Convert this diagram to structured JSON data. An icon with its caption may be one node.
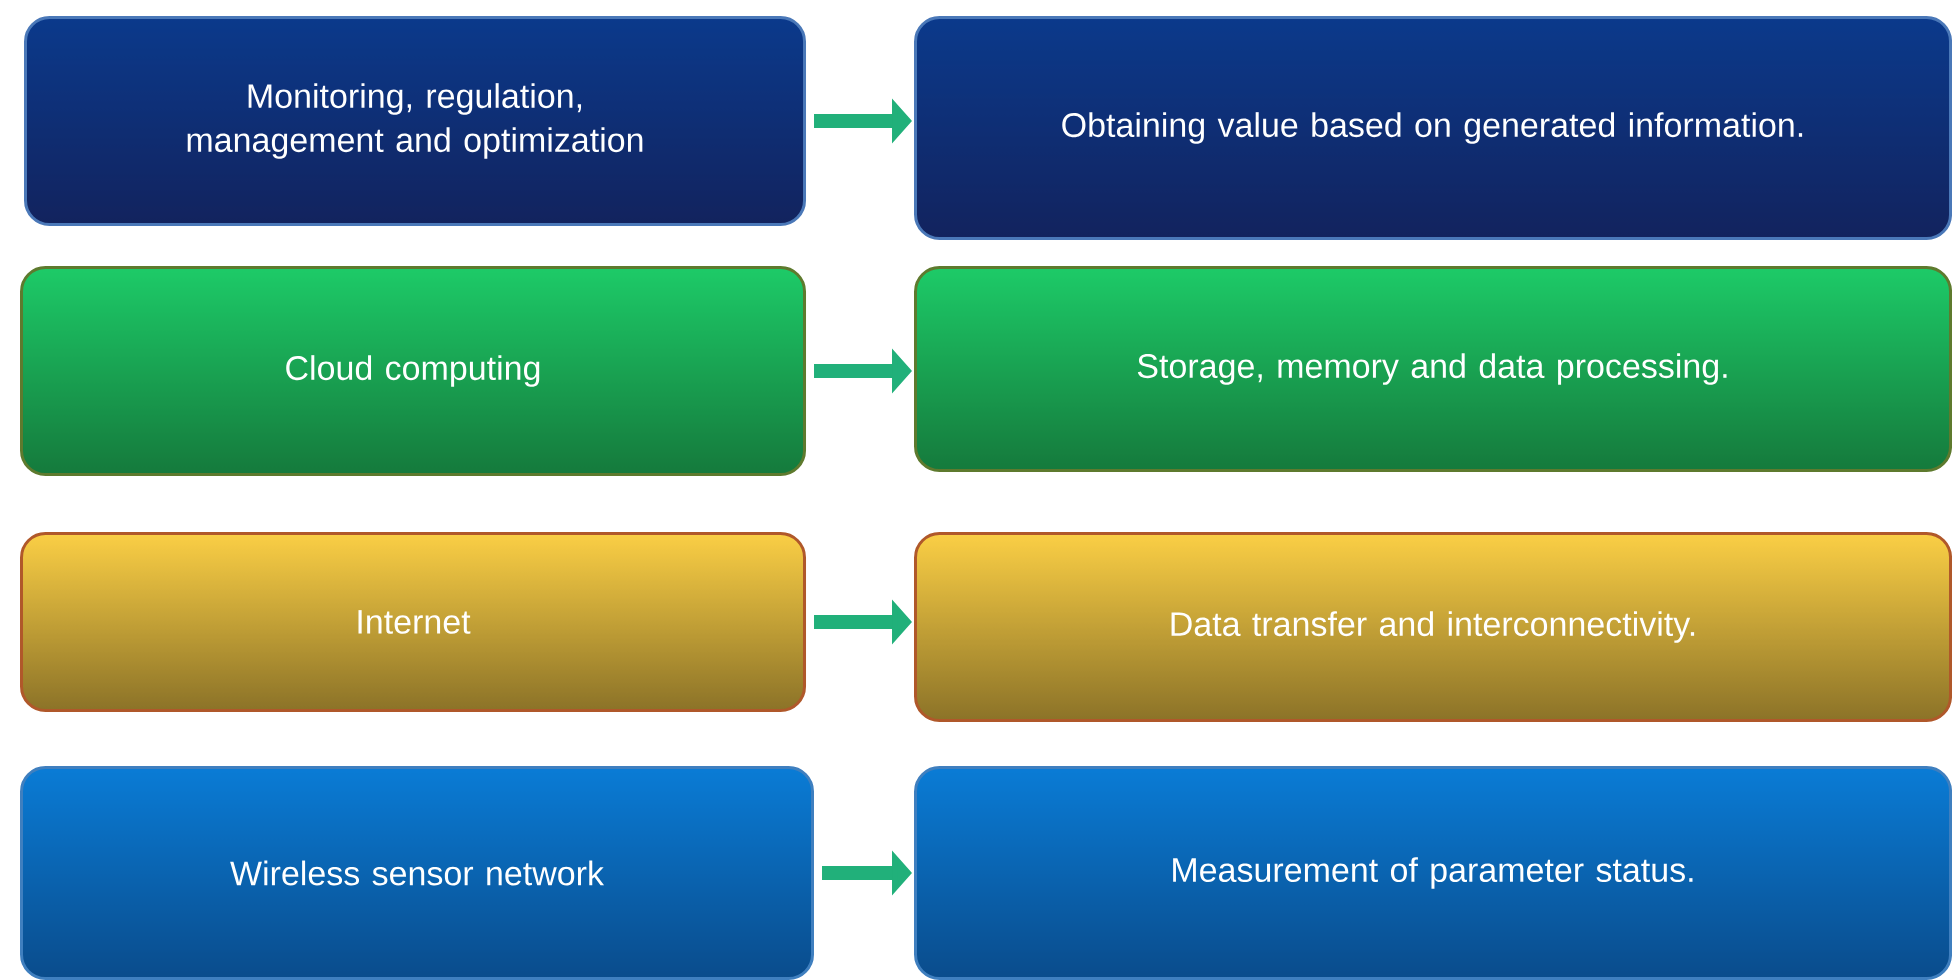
{
  "diagram": {
    "nodes": [
      {
        "text": [
          "Monitoring, regulation, management and optimization"
        ]
      },
      {
        "text": [
          "Obtaining value based on generated information."
        ]
      },
      {
        "text": [
          "Cloud computing"
        ]
      },
      {
        "text": [
          "Storage, memory and data processing."
        ]
      },
      {
        "text": [
          "Internet"
        ]
      },
      {
        "text": [
          "Data transfer and interconnectivity."
        ]
      },
      {
        "text": [
          "Wireless sensor network"
        ]
      },
      {
        "text": [
          "Measurement of parameter status."
        ]
      }
    ],
    "edges": [
      {
        "from": 0,
        "to": 1,
        "arrow": "to"
      },
      {
        "from": 2,
        "to": 3,
        "arrow": "to"
      },
      {
        "from": 4,
        "to": 5,
        "arrow": "to"
      },
      {
        "from": 6,
        "to": 7,
        "arrow": "to"
      }
    ]
  }
}
